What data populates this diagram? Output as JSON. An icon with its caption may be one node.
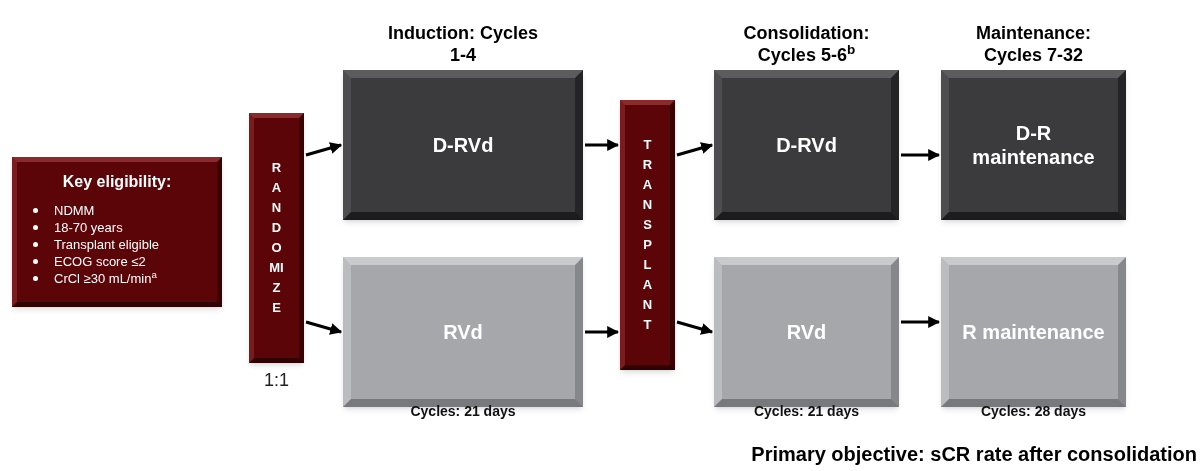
{
  "diagram": {
    "nodes": [
      {
        "text": [
          "Key eligibility:",
          "NDMM",
          "18-70 years",
          "Transplant eligible",
          "ECOG score ≤2",
          "CrCl ≥30 mL/min$^{a}$"
        ]
      },
      {
        "text": [
          "RANDOMIZE"
        ],
        "beside": [
          "1:1"
        ]
      },
      {
        "text": [
          "Induction: Cycles 1-4",
          "D-RVd"
        ]
      },
      {
        "text": [
          "RVd"
        ],
        "beside": [
          "Cycles: 21 days"
        ]
      },
      {
        "text": [
          "TRANSPLANT"
        ]
      },
      {
        "text": [
          "Consolidation: Cycles 5-6$^{b}$",
          "D-RVd"
        ]
      },
      {
        "text": [
          "RVd"
        ],
        "beside": [
          "Cycles: 21 days"
        ]
      },
      {
        "text": [
          "Maintenance: Cycles 7-32",
          "D-R maintenance"
        ]
      },
      {
        "text": [
          "R maintenance"
        ],
        "beside": [
          "Cycles: 28 days"
        ]
      }
    ],
    "edges": [
      {
        "from": 1,
        "to": 2,
        "arrow": "to"
      },
      {
        "from": 1,
        "to": 3,
        "arrow": "to"
      },
      {
        "from": 2,
        "to": 4,
        "arrow": "to"
      },
      {
        "from": 3,
        "to": 4,
        "arrow": "to"
      },
      {
        "from": 4,
        "to": 5,
        "arrow": "to"
      },
      {
        "from": 4,
        "to": 6,
        "arrow": "to"
      },
      {
        "from": 5,
        "to": 7,
        "arrow": "to"
      },
      {
        "from": 6,
        "to": 8,
        "arrow": "to"
      }
    ],
    "labels": [
      "Primary objective: sCR rate after consolidation"
    ]
  }
}
